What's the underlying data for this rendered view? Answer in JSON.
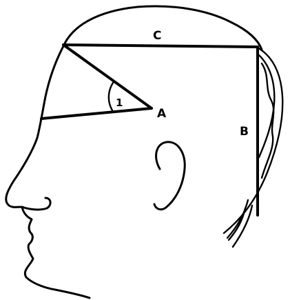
{
  "labels": {
    "line_c": "C",
    "line_b": "B",
    "point_a": "A",
    "angle": "1"
  }
}
